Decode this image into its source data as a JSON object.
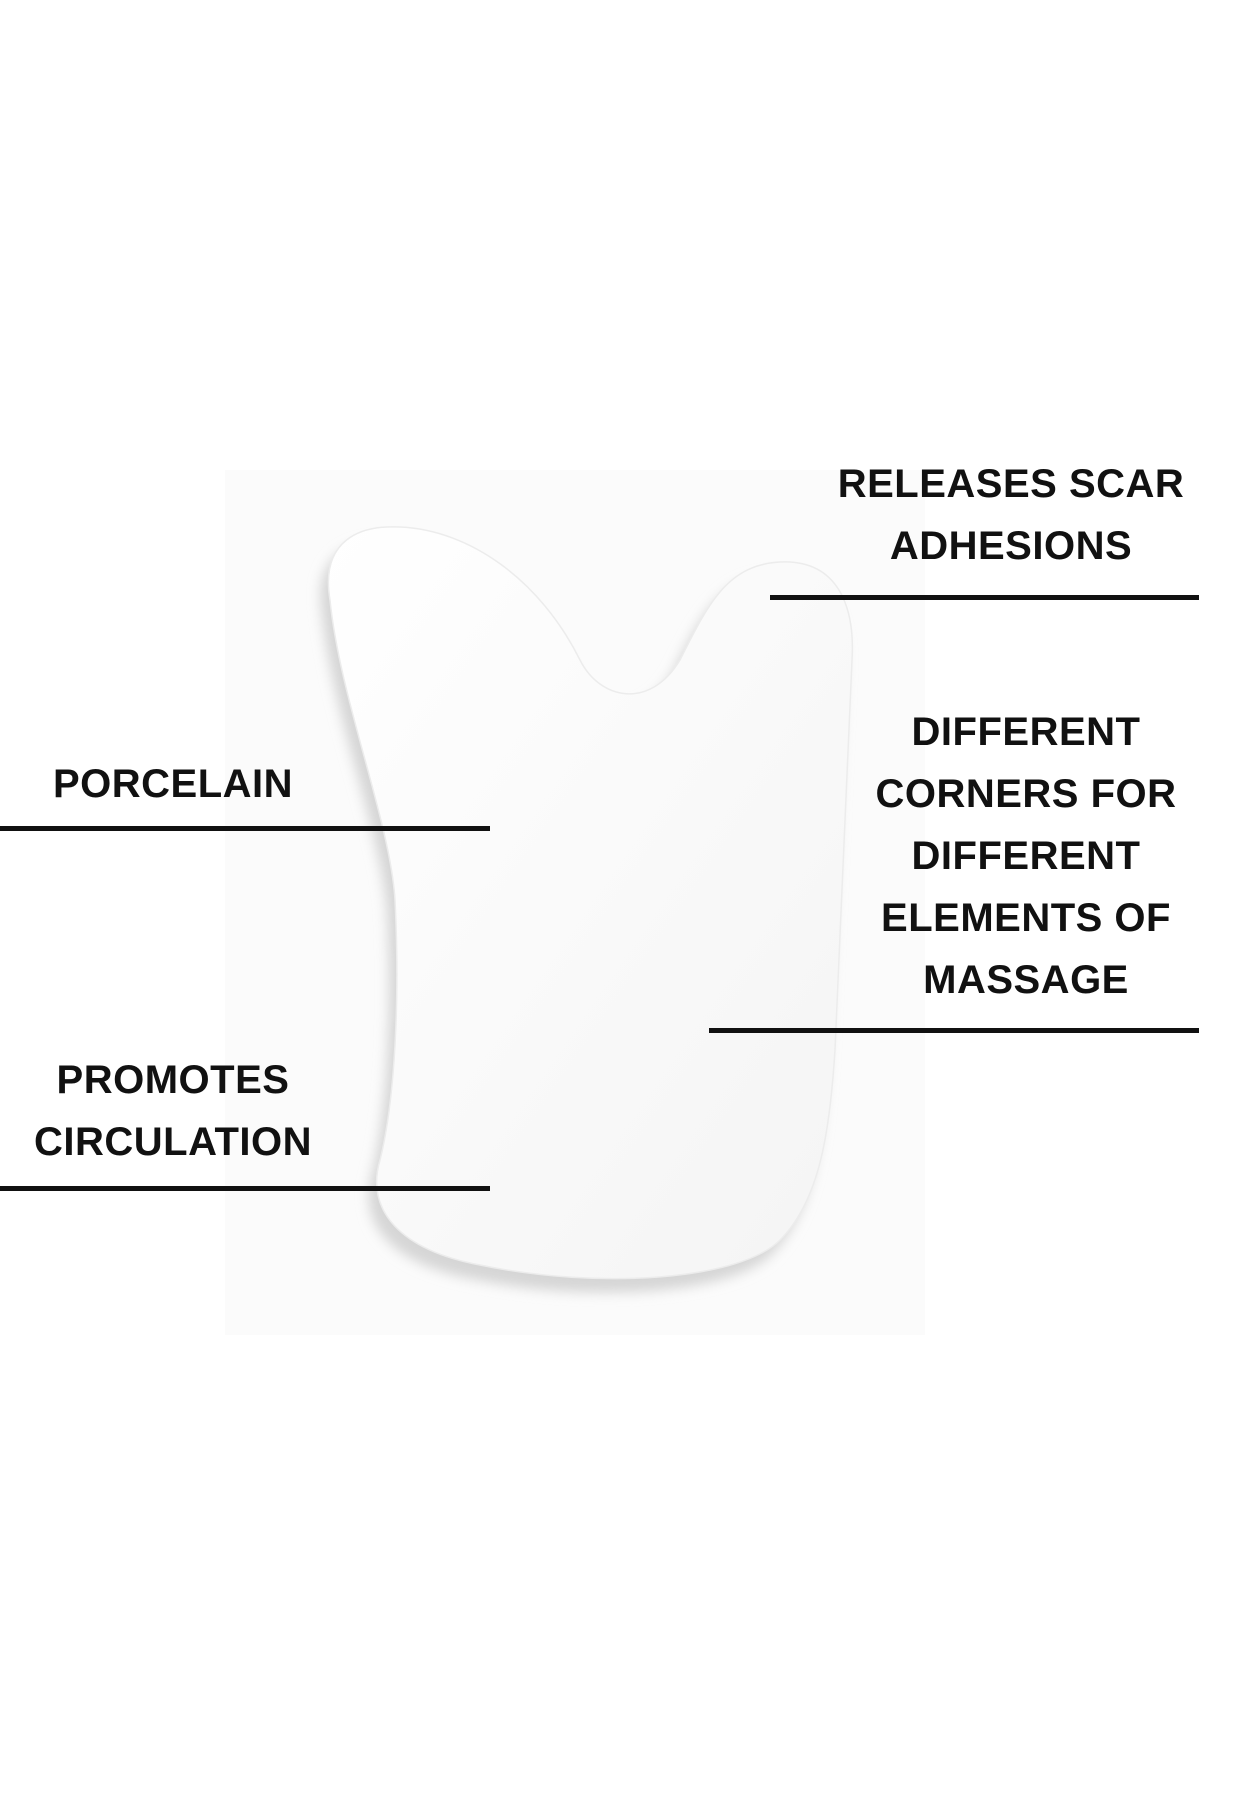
{
  "callouts": {
    "releases": {
      "line1": "RELEASES SCAR",
      "line2": "ADHESIONS"
    },
    "corners": {
      "line1": "DIFFERENT",
      "line2": "CORNERS FOR",
      "line3": "DIFFERENT",
      "line4": "ELEMENTS OF",
      "line5": "MASSAGE"
    },
    "porcelain": {
      "line1": "PORCELAIN"
    },
    "circulation": {
      "line1": "PROMOTES",
      "line2": "CIRCULATION"
    }
  },
  "colors": {
    "text": "#111111",
    "product": "#ffffff",
    "shadow": "#d9d9d9"
  }
}
